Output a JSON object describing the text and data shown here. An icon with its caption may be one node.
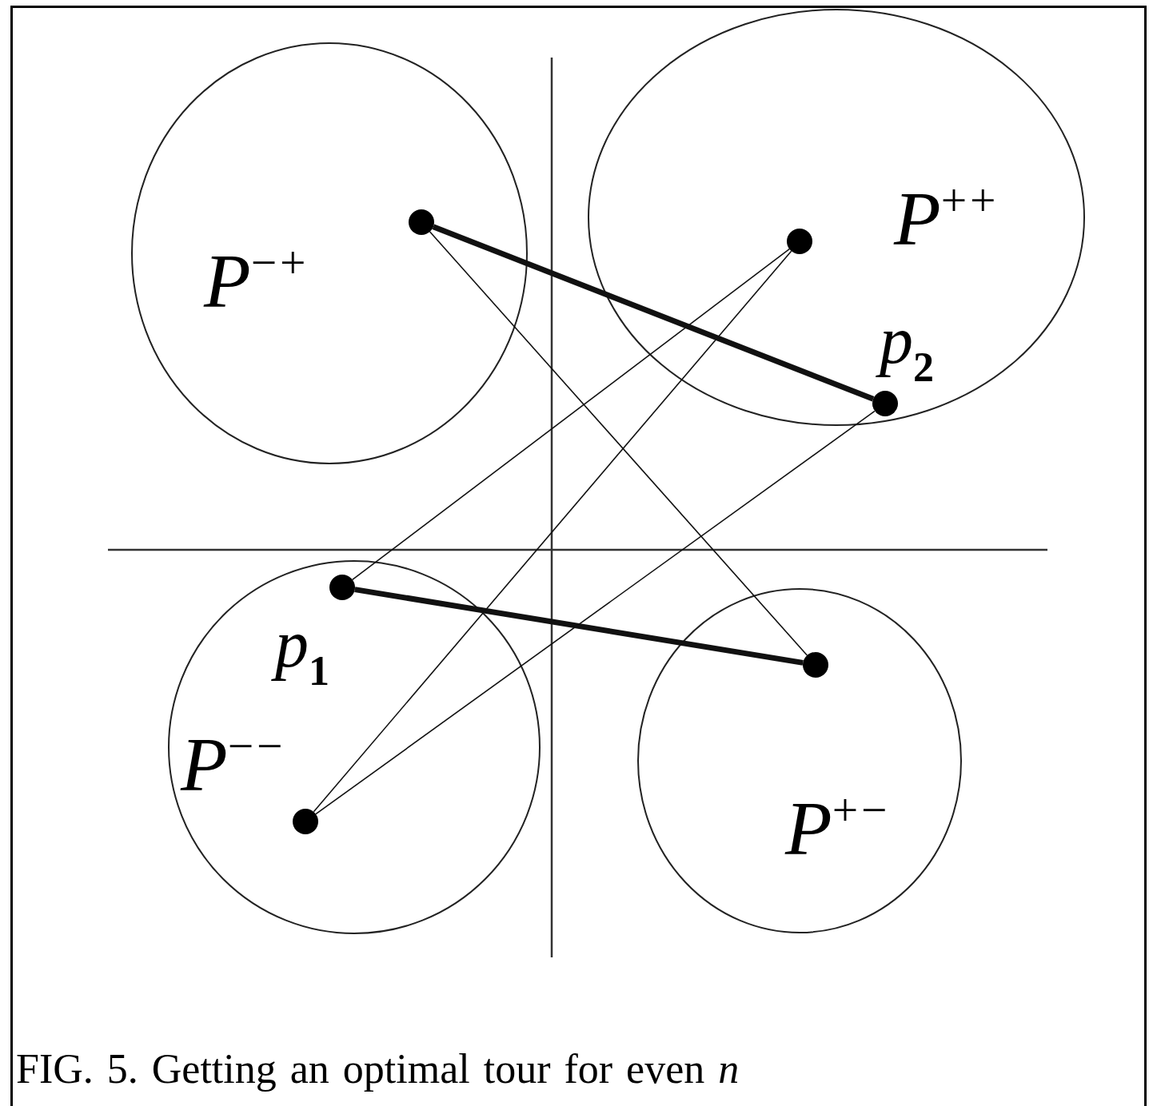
{
  "diagram": {
    "caption": "FIG. 5. Getting an optimal tour for even *n*",
    "nodes": [
      {
        "text": [
          "*P*$^{−+}$"
        ]
      },
      {
        "text": [],
        "shape": "circle",
        "in": 0
      },
      {
        "text": [
          "*P*$^{++}$"
        ]
      },
      {
        "text": [],
        "shape": "circle",
        "in": 2
      },
      {
        "text": [],
        "shape": "circle",
        "in": 2,
        "beside": [
          "*p*$_{2}$"
        ]
      },
      {
        "text": [
          "*P*$^{−−}$"
        ]
      },
      {
        "text": [],
        "shape": "circle",
        "in": 5,
        "beside": [
          "*p*$_{1}$"
        ]
      },
      {
        "text": [],
        "shape": "circle",
        "in": 5
      },
      {
        "text": [
          "*P*$^{+−}$"
        ]
      },
      {
        "text": [],
        "shape": "circle",
        "in": 8
      }
    ],
    "edges": [
      {
        "from": 1,
        "to": 4,
        "arrow": "none",
        "style": "thick"
      },
      {
        "from": 6,
        "to": 9,
        "arrow": "none",
        "style": "thick"
      },
      {
        "from": 1,
        "to": 9,
        "arrow": "none"
      },
      {
        "from": 3,
        "to": 6,
        "arrow": "none"
      },
      {
        "from": 3,
        "to": 7,
        "arrow": "none"
      },
      {
        "from": 7,
        "to": 4,
        "arrow": "none"
      }
    ]
  }
}
